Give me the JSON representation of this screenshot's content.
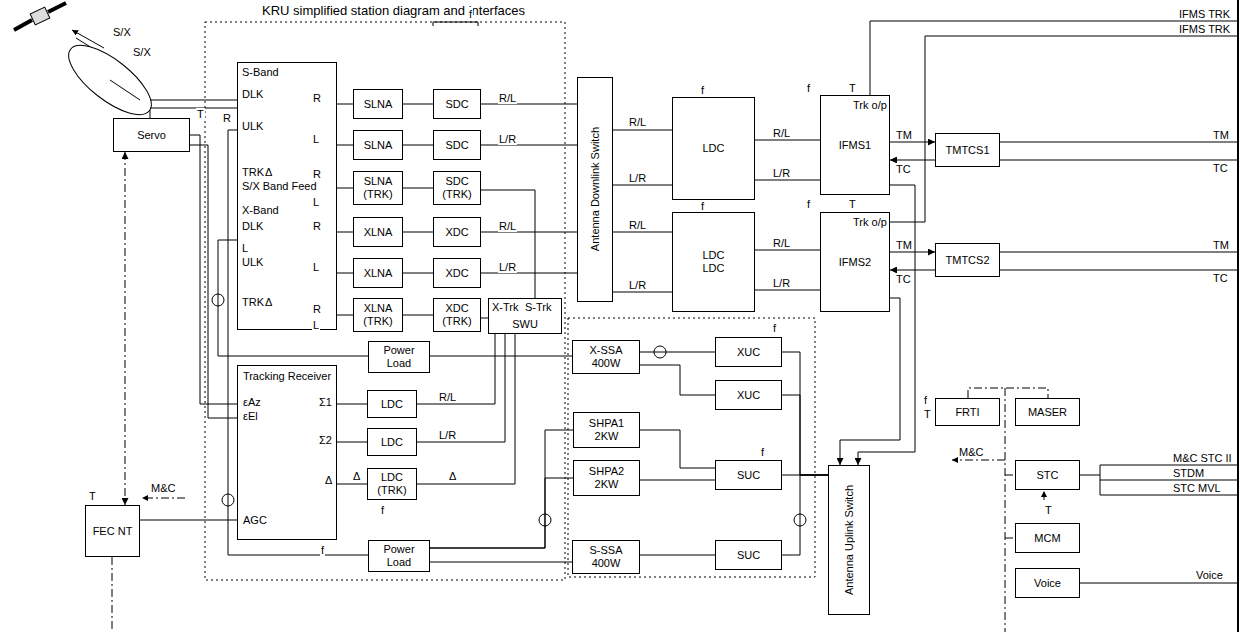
{
  "diagram": {
    "title": "KRU simplified station diagram and interfaces",
    "nodes": [
      {
        "text": [
          "Servo"
        ]
      },
      {
        "text": [
          "S/X Band Feed"
        ]
      },
      {
        "text": [
          "SLNA"
        ]
      },
      {
        "text": [
          "SLNA"
        ]
      },
      {
        "text": [
          "SLNA (TRK)"
        ]
      },
      {
        "text": [
          "XLNA"
        ]
      },
      {
        "text": [
          "XLNA"
        ]
      },
      {
        "text": [
          "XLNA (TRK)"
        ]
      },
      {
        "text": [
          "SDC"
        ]
      },
      {
        "text": [
          "SDC"
        ]
      },
      {
        "text": [
          "SDC (TRK)"
        ]
      },
      {
        "text": [
          "XDC"
        ]
      },
      {
        "text": [
          "XDC"
        ]
      },
      {
        "text": [
          "XDC (TRK)"
        ]
      },
      {
        "text": [
          "SWU"
        ]
      },
      {
        "text": [
          "Antenna Downlink Switch"
        ]
      },
      {
        "text": [
          "LDC"
        ]
      },
      {
        "text": [
          "LDC",
          "LDC"
        ]
      },
      {
        "text": [
          "IFMS1"
        ]
      },
      {
        "text": [
          "IFMS2"
        ]
      },
      {
        "text": [
          "TMTCS1"
        ]
      },
      {
        "text": [
          "TMTCS2"
        ]
      },
      {
        "text": [
          "Power Load"
        ]
      },
      {
        "text": [
          "Tracking Receiver"
        ]
      },
      {
        "text": [
          "LDC"
        ]
      },
      {
        "text": [
          "LDC"
        ]
      },
      {
        "text": [
          "LDC (TRK)"
        ]
      },
      {
        "text": [
          "X-SSA 400W"
        ]
      },
      {
        "text": [
          "XUC"
        ]
      },
      {
        "text": [
          "XUC"
        ]
      },
      {
        "text": [
          "SHPA1 2KW"
        ]
      },
      {
        "text": [
          "SHPA2 2KW"
        ]
      },
      {
        "text": [
          "SUC"
        ]
      },
      {
        "text": [
          "S-SSA 400W"
        ]
      },
      {
        "text": [
          "SUC"
        ]
      },
      {
        "text": [
          "Power Load"
        ]
      },
      {
        "text": [
          "Antenna Uplink Switch"
        ]
      },
      {
        "text": [
          "FEC NT"
        ]
      },
      {
        "text": [
          "FRTI"
        ]
      },
      {
        "text": [
          "MASER"
        ]
      },
      {
        "text": [
          "STC"
        ]
      },
      {
        "text": [
          "MCM"
        ]
      },
      {
        "text": [
          "Voice"
        ]
      }
    ],
    "edges": [
      {
        "from": 1,
        "to": 2,
        "arrow": "none"
      },
      {
        "from": 1,
        "to": 3,
        "arrow": "none"
      },
      {
        "from": 1,
        "to": 4,
        "arrow": "none"
      },
      {
        "from": 1,
        "to": 5,
        "arrow": "none"
      },
      {
        "from": 1,
        "to": 6,
        "arrow": "none"
      },
      {
        "from": 1,
        "to": 7,
        "arrow": "none"
      },
      {
        "from": 2,
        "to": 8,
        "arrow": "none"
      },
      {
        "from": 3,
        "to": 9,
        "arrow": "none"
      },
      {
        "from": 4,
        "to": 10,
        "arrow": "none"
      },
      {
        "from": 5,
        "to": 11,
        "arrow": "none"
      },
      {
        "from": 6,
        "to": 12,
        "arrow": "none"
      },
      {
        "from": 7,
        "to": 13,
        "arrow": "none"
      },
      {
        "from": 8,
        "to": 15,
        "label": "R/L",
        "arrow": "none"
      },
      {
        "from": 9,
        "to": 15,
        "label": "L/R",
        "arrow": "none"
      },
      {
        "from": 11,
        "to": 15,
        "label": "R/L",
        "arrow": "none"
      },
      {
        "from": 12,
        "to": 15,
        "label": "L/R",
        "arrow": "none"
      },
      {
        "from": 10,
        "to": 14,
        "arrow": "none"
      },
      {
        "from": 13,
        "to": 14,
        "arrow": "none"
      },
      {
        "from": 15,
        "to": 16,
        "label": "R/L",
        "arrow": "none"
      },
      {
        "from": 15,
        "to": 16,
        "label": "L/R",
        "arrow": "none"
      },
      {
        "from": 15,
        "to": 17,
        "label": "R/L",
        "arrow": "none"
      },
      {
        "from": 15,
        "to": 17,
        "label": "L/R",
        "arrow": "none"
      },
      {
        "from": 16,
        "to": 18,
        "label": "R/L",
        "arrow": "none"
      },
      {
        "from": 16,
        "to": 18,
        "label": "L/R",
        "arrow": "none"
      },
      {
        "from": 17,
        "to": 19,
        "label": "R/L",
        "arrow": "none"
      },
      {
        "from": 17,
        "to": 19,
        "label": "L/R",
        "arrow": "none"
      },
      {
        "from": 18,
        "to": 20,
        "label": "TM",
        "arrow": "to"
      },
      {
        "from": 20,
        "to": 18,
        "label": "TC",
        "arrow": "to"
      },
      {
        "from": 19,
        "to": 21,
        "label": "TM",
        "arrow": "to"
      },
      {
        "from": 21,
        "to": 19,
        "label": "TC",
        "arrow": "to"
      },
      {
        "from": 18,
        "to": 36,
        "arrow": "to"
      },
      {
        "from": 19,
        "to": 36,
        "arrow": "to"
      },
      {
        "from": 36,
        "to": 28,
        "arrow": "none"
      },
      {
        "from": 36,
        "to": 29,
        "arrow": "none"
      },
      {
        "from": 36,
        "to": 32,
        "arrow": "none"
      },
      {
        "from": 36,
        "to": 34,
        "arrow": "none"
      },
      {
        "from": 28,
        "to": 27,
        "arrow": "none"
      },
      {
        "from": 29,
        "to": 27,
        "arrow": "none"
      },
      {
        "from": 32,
        "to": 30,
        "arrow": "none"
      },
      {
        "from": 32,
        "to": 31,
        "arrow": "none"
      },
      {
        "from": 34,
        "to": 33,
        "arrow": "none"
      },
      {
        "from": 27,
        "to": 22,
        "arrow": "none"
      },
      {
        "from": 22,
        "to": 1,
        "arrow": "none"
      },
      {
        "from": 30,
        "to": 35,
        "arrow": "none"
      },
      {
        "from": 31,
        "to": 35,
        "arrow": "none"
      },
      {
        "from": 33,
        "to": 35,
        "arrow": "none"
      },
      {
        "from": 35,
        "to": 1,
        "arrow": "none"
      },
      {
        "from": 14,
        "to": 24,
        "label": "R/L",
        "arrow": "none"
      },
      {
        "from": 14,
        "to": 25,
        "label": "L/R",
        "arrow": "none"
      },
      {
        "from": 14,
        "to": 26,
        "label": "Δ",
        "arrow": "none"
      },
      {
        "from": 24,
        "to": 23,
        "arrow": "none"
      },
      {
        "from": 25,
        "to": 23,
        "arrow": "none"
      },
      {
        "from": 26,
        "to": 23,
        "arrow": "none"
      },
      {
        "from": 23,
        "to": 0,
        "arrow": "none"
      },
      {
        "from": 23,
        "to": 0,
        "arrow": "none"
      },
      {
        "from": 23,
        "to": 37,
        "arrow": "none"
      },
      {
        "from": 0,
        "to": 37,
        "arrow": "both"
      }
    ],
    "labels": [
      "S/X",
      "S/X",
      "S-Band",
      "DLK",
      "R",
      "L",
      "ULK",
      "R",
      "TRK",
      "Δ",
      "R",
      "L",
      "X-Band",
      "DLK",
      "R",
      "L",
      "L",
      "ULK",
      "TRK",
      "Δ",
      "R",
      "L",
      "X-Trk",
      "S-Trk",
      "IFMS TRK",
      "IFMS TRK",
      "TM",
      "TC",
      "TM",
      "TC",
      "Trk o/p",
      "Trk o/p",
      "f",
      "f",
      "f",
      "f",
      "T",
      "f",
      "T",
      "f",
      "f",
      "f",
      "f",
      "T",
      "T",
      "M&C",
      "εAz",
      "εEl",
      "AGC",
      "Σ1",
      "Σ2",
      "Δ",
      "Δ",
      "f",
      "T",
      "M&C",
      "T",
      "M&C STC II",
      "STDM",
      "STC MVL",
      "Voice"
    ]
  }
}
